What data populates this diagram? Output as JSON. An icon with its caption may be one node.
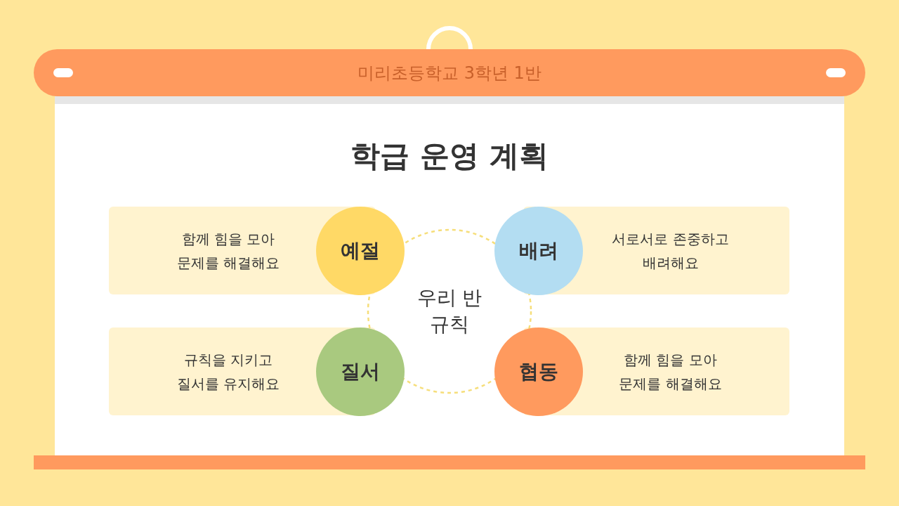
{
  "diagram": {
    "title": "학급 운영 계획",
    "nodes": [
      {
        "text": [
          "미리초등학교 3학년 1반"
        ]
      },
      {
        "text": [
          "함께 힘을 모아 문제를 해결해요"
        ]
      },
      {
        "text": [
          "예절"
        ]
      },
      {
        "text": [
          "배려"
        ]
      },
      {
        "text": [
          "서로서로 존중하고 배려해요"
        ]
      },
      {
        "text": [
          "우리 반 규칙"
        ]
      },
      {
        "text": [
          "규칙을 지키고 질서를 유지해요"
        ]
      },
      {
        "text": [
          "질서"
        ]
      },
      {
        "text": [
          "협동"
        ]
      },
      {
        "text": [
          "함께 힘을 모아 문제를 해결해요"
        ]
      }
    ],
    "edges": []
  }
}
